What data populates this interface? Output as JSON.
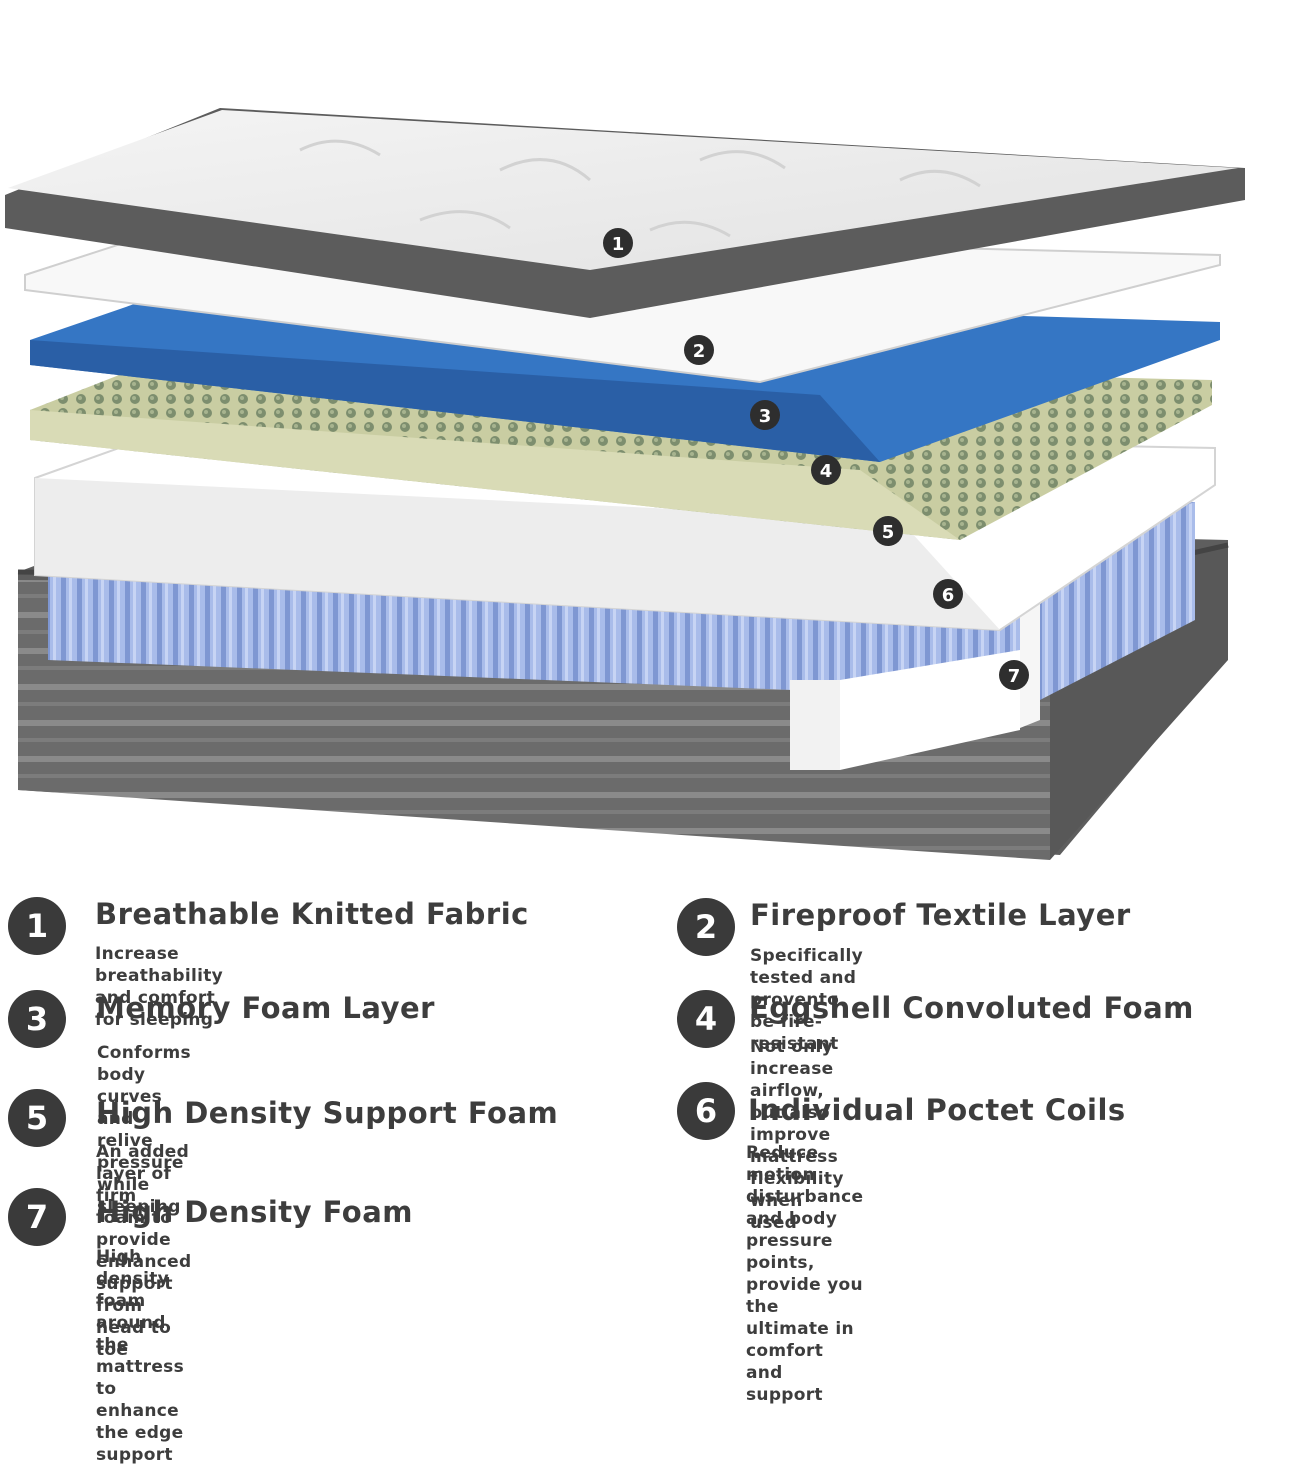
{
  "features": [
    {
      "number": "1",
      "title": "Breathable Knitted Fabric",
      "description": "Increase breathability and comfort for sleeping"
    },
    {
      "number": "2",
      "title": "Fireproof Textile Layer",
      "description": "Specifically tested and provento be fire-resistant"
    },
    {
      "number": "3",
      "title": "Memory Foam Layer",
      "description": "Conforms body curves and relive\npressure while sleeping"
    },
    {
      "number": "4",
      "title": "Eggshell Convoluted Foam",
      "description": "Not only increase airflow, but also improve\nmattress flexibility when used"
    },
    {
      "number": "5",
      "title": "High Density Support Foam",
      "description": "An added layer of firm foam to provide\nenhanced support from head to toe"
    },
    {
      "number": "6",
      "title": "Individual Poctet Coils",
      "description": "Reduce motion disturbance and body pressure points,\nprovide you the ultimate in comfort and support"
    },
    {
      "number": "7",
      "title": "High Density Foam",
      "description": "High density foam around the mattress to\nenhance the edge support"
    }
  ],
  "colors": {
    "badge": "#3a3a3a",
    "fabric_border": "#5a5a5a",
    "memory_foam": "#2e6cb3",
    "eggshell_foam": "#c9cca0",
    "coils": "#8fa6dc",
    "base": "#6a6a6a"
  },
  "icons": [
    "mattress-layers-illustration"
  ]
}
